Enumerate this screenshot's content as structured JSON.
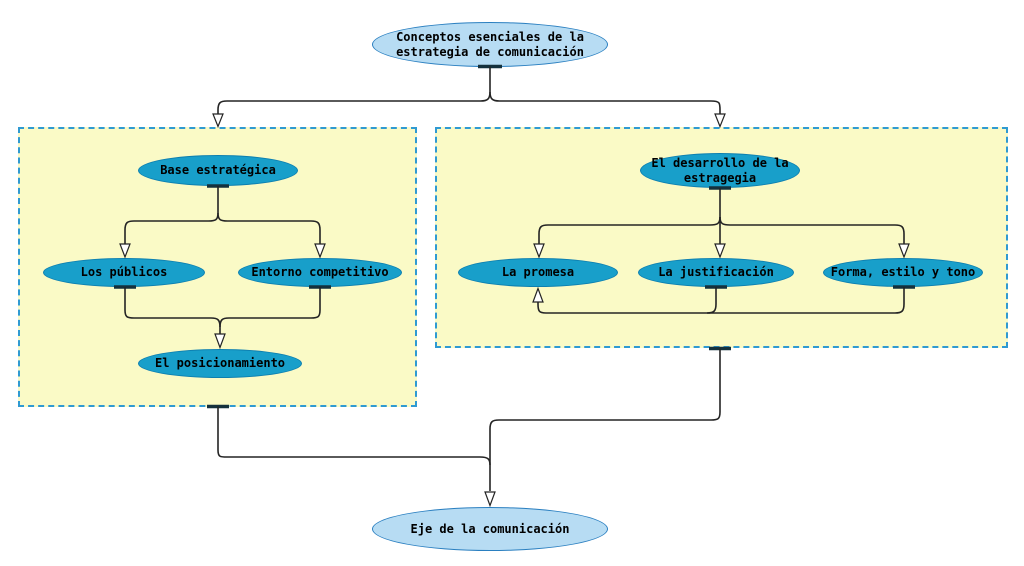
{
  "diagram": {
    "nodes": {
      "root": {
        "label": "Conceptos esenciales de la estrategia de comunicación",
        "style": "light"
      },
      "base": {
        "label": "Base estratégica",
        "style": "dark"
      },
      "publicos": {
        "label": "Los públicos",
        "style": "dark"
      },
      "entorno": {
        "label": "Entorno competitivo",
        "style": "dark"
      },
      "posicionamiento": {
        "label": "El posicionamiento",
        "style": "dark"
      },
      "desarrollo": {
        "label": "El desarrollo de la estragegia",
        "style": "dark"
      },
      "promesa": {
        "label": "La promesa",
        "style": "dark"
      },
      "justificacion": {
        "label": "La justificación",
        "style": "dark"
      },
      "forma": {
        "label": "Forma, estilo y tono",
        "style": "dark"
      },
      "eje": {
        "label": "Eje de la comunicación",
        "style": "light"
      }
    },
    "clusters": [
      {
        "id": "left-cluster",
        "contains": [
          "base",
          "publicos",
          "entorno",
          "posicionamiento"
        ]
      },
      {
        "id": "right-cluster",
        "contains": [
          "desarrollo",
          "promesa",
          "justificacion",
          "forma"
        ]
      }
    ],
    "edges": [
      {
        "from": "root",
        "to": "left-cluster"
      },
      {
        "from": "root",
        "to": "right-cluster"
      },
      {
        "from": "base",
        "to": "publicos"
      },
      {
        "from": "base",
        "to": "entorno"
      },
      {
        "from": "publicos",
        "to": "posicionamiento"
      },
      {
        "from": "entorno",
        "to": "posicionamiento"
      },
      {
        "from": "desarrollo",
        "to": "promesa"
      },
      {
        "from": "desarrollo",
        "to": "justificacion"
      },
      {
        "from": "desarrollo",
        "to": "forma"
      },
      {
        "from": "justificacion",
        "to": "promesa"
      },
      {
        "from": "forma",
        "to": "promesa"
      },
      {
        "from": "left-cluster",
        "to": "eje"
      },
      {
        "from": "right-cluster",
        "to": "eje"
      }
    ],
    "colors": {
      "node_dark_fill": "#189fca",
      "node_dark_border": "#0d7fb0",
      "node_light_fill": "#b7dcf3",
      "node_light_border": "#2a7fc0",
      "cluster_fill": "#fafac6",
      "cluster_border": "#2f9ad2",
      "edge": "#242424",
      "text": "#000000"
    }
  }
}
